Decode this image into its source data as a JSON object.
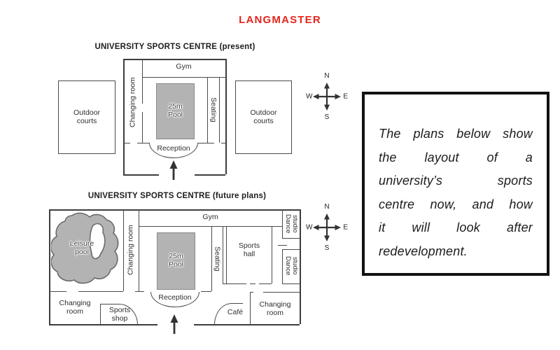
{
  "logo": {
    "text": "LANGMASTER"
  },
  "task_box": {
    "lines": [
      "The plans below show",
      "the layout of a",
      "university’s sports",
      "centre now, and how",
      "it will look after",
      "redevelopment."
    ]
  },
  "present": {
    "title": "UNIVERSITY SPORTS CENTRE (present)",
    "labels": {
      "gym": "Gym",
      "changing_room": "Changing room",
      "pool": "25m Pool",
      "seating": "Seating",
      "reception": "Reception",
      "outdoor_courts_west": "Outdoor courts",
      "outdoor_courts_east": "Outdoor courts"
    },
    "compass": {
      "north": "N",
      "south": "S",
      "west": "W",
      "east": "E"
    }
  },
  "future": {
    "title": "UNIVERSITY SPORTS CENTRE (future plans)",
    "labels": {
      "leisure_pool": "Leisure pool",
      "changing_room_west": "Changing room",
      "gym": "Gym",
      "pool": "25m Pool",
      "seating": "Seating",
      "sports_hall": "Sports hall",
      "dance_studio_north": "Dance studio",
      "dance_studio_south": "Dance studio",
      "changing_room_southwest": "Changing room",
      "sports_shop": "Sports shop",
      "reception": "Reception",
      "cafe": "Café",
      "changing_room_southeast": "Changing room"
    },
    "compass": {
      "north": "N",
      "south": "S",
      "west": "W",
      "east": "E"
    }
  },
  "colors": {
    "brand_red": "#e2261d",
    "pool_gray": "#b3b3b3",
    "wall": "#4a4a4a"
  }
}
